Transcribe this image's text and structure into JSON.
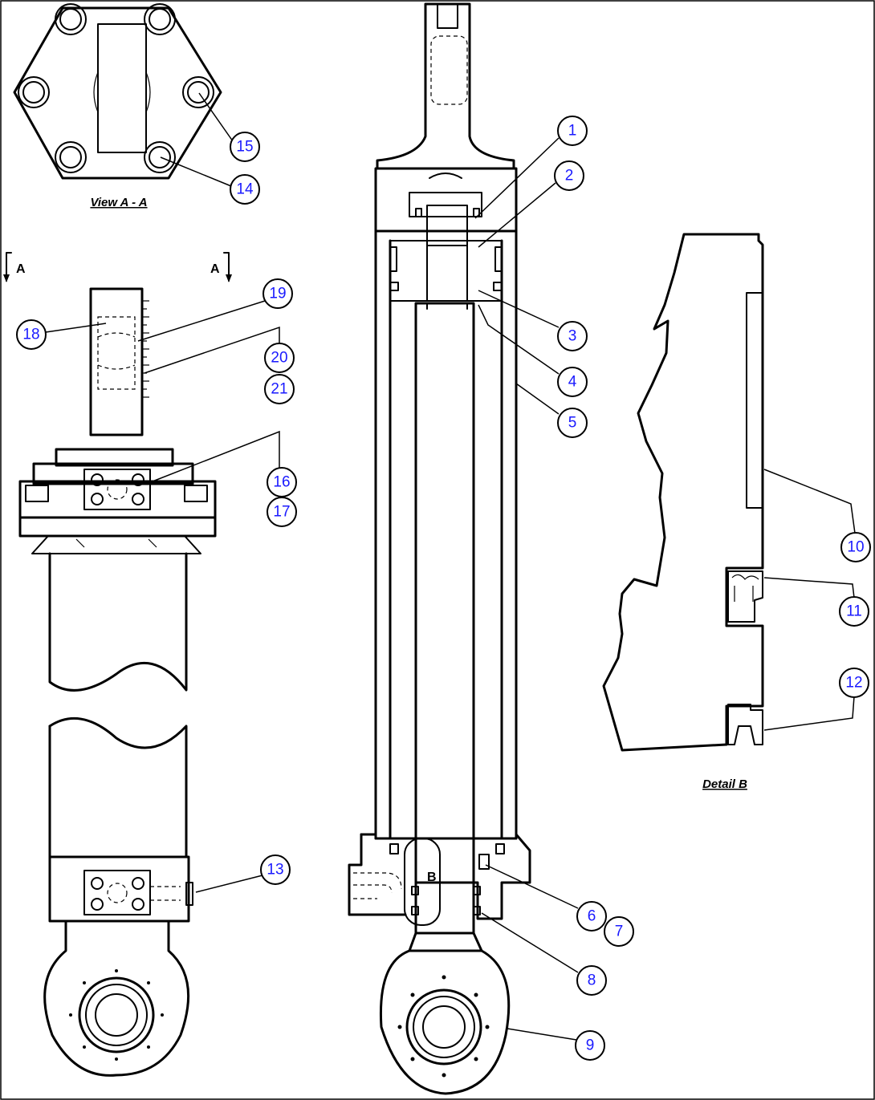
{
  "captions": {
    "view_aa": "View A - A",
    "detail_b": "Detail B"
  },
  "section_markers": {
    "left": "A",
    "right": "A",
    "detail": "B"
  },
  "callouts": [
    {
      "id": "c1",
      "label": "1"
    },
    {
      "id": "c2",
      "label": "2"
    },
    {
      "id": "c3",
      "label": "3"
    },
    {
      "id": "c4",
      "label": "4"
    },
    {
      "id": "c5",
      "label": "5"
    },
    {
      "id": "c6",
      "label": "6"
    },
    {
      "id": "c7",
      "label": "7"
    },
    {
      "id": "c8",
      "label": "8"
    },
    {
      "id": "c9",
      "label": "9"
    },
    {
      "id": "c10",
      "label": "10"
    },
    {
      "id": "c11",
      "label": "11"
    },
    {
      "id": "c12",
      "label": "12"
    },
    {
      "id": "c13",
      "label": "13"
    },
    {
      "id": "c14",
      "label": "14"
    },
    {
      "id": "c15",
      "label": "15"
    },
    {
      "id": "c16",
      "label": "16"
    },
    {
      "id": "c17",
      "label": "17"
    },
    {
      "id": "c18",
      "label": "18"
    },
    {
      "id": "c19",
      "label": "19"
    },
    {
      "id": "c20",
      "label": "20"
    },
    {
      "id": "c21",
      "label": "21"
    }
  ]
}
